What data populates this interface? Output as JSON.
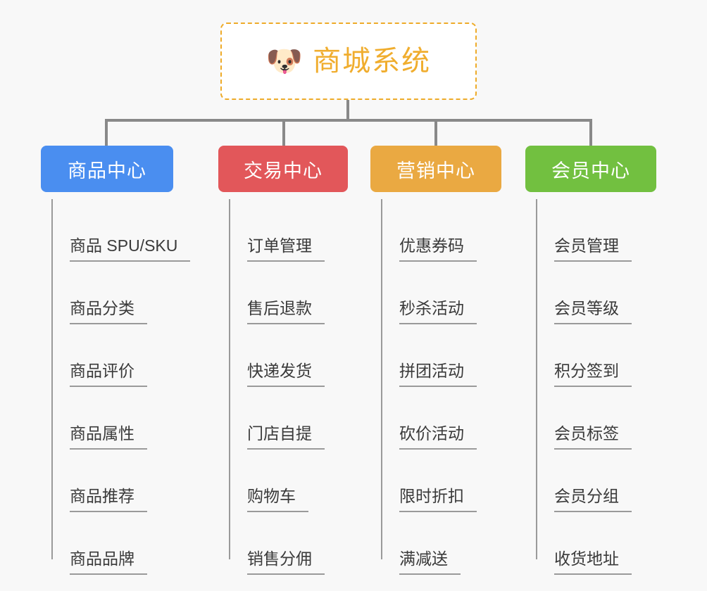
{
  "root": {
    "icon": "dog-face-emoji",
    "icon_glyph": "🐶",
    "title": "商城系统",
    "color": "#f0ad2e",
    "border_color": "#eeab29",
    "background": "#ffffff"
  },
  "canvas": {
    "background": "#f8f8f8",
    "connector_color": "#898989"
  },
  "branches": [
    {
      "id": "product-center",
      "label": "商品中心",
      "color": "#4a8ef0",
      "items": [
        "商品 SPU/SKU",
        "商品分类",
        "商品评价",
        "商品属性",
        "商品推荐",
        "商品品牌"
      ]
    },
    {
      "id": "trade-center",
      "label": "交易中心",
      "color": "#e2575a",
      "items": [
        "订单管理",
        "售后退款",
        "快递发货",
        "门店自提",
        "购物车",
        "销售分佣"
      ]
    },
    {
      "id": "marketing-center",
      "label": "营销中心",
      "color": "#eaa942",
      "items": [
        "优惠券码",
        "秒杀活动",
        "拼团活动",
        "砍价活动",
        "限时折扣",
        "满减送"
      ]
    },
    {
      "id": "member-center",
      "label": "会员中心",
      "color": "#72c040",
      "items": [
        "会员管理",
        "会员等级",
        "积分签到",
        "会员标签",
        "会员分组",
        "收货地址"
      ]
    }
  ]
}
